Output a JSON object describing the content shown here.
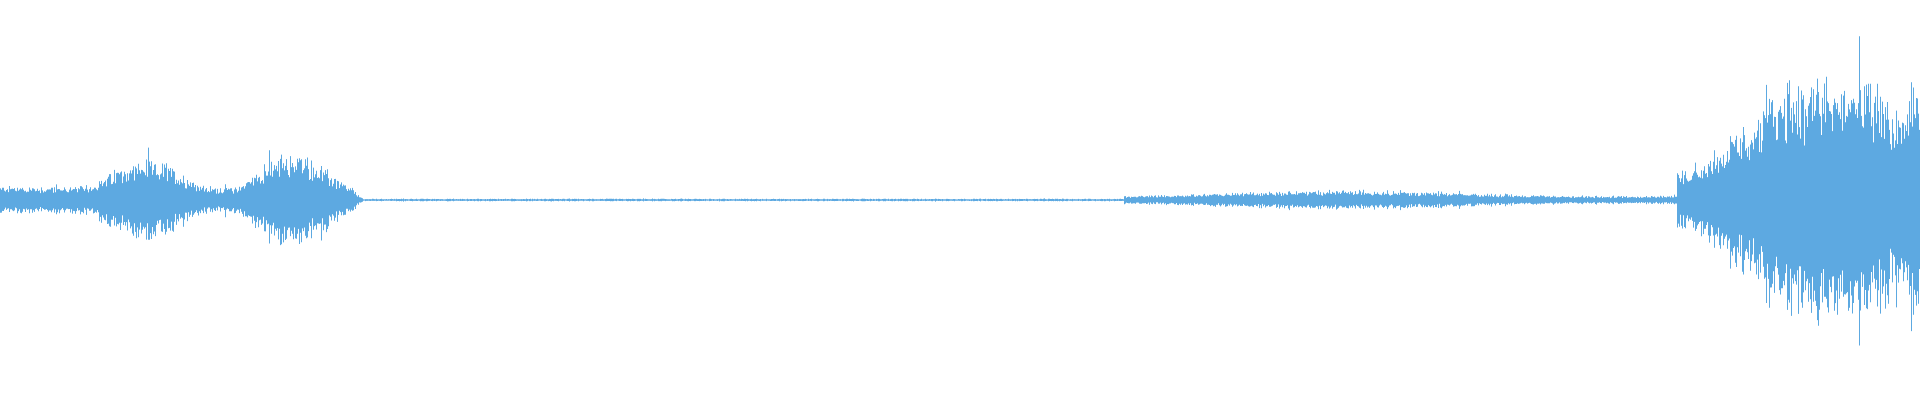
{
  "waveform": {
    "color": "#5DA9E1",
    "background": "#FFFFFF",
    "segments": [
      {
        "name": "burst-1",
        "start": 0.0,
        "end": 0.19,
        "peak": 0.22,
        "shape": "double-hump"
      },
      {
        "name": "silence-1",
        "start": 0.19,
        "end": 0.585,
        "peak": 0.006,
        "shape": "flat"
      },
      {
        "name": "low-noise",
        "start": 0.585,
        "end": 0.84,
        "peak": 0.045,
        "shape": "soft-hump"
      },
      {
        "name": "quiet-tail",
        "start": 0.84,
        "end": 0.873,
        "peak": 0.02,
        "shape": "flat"
      },
      {
        "name": "burst-2",
        "start": 0.873,
        "end": 1.0,
        "peak": 0.58,
        "shape": "loud-burst"
      }
    ]
  }
}
